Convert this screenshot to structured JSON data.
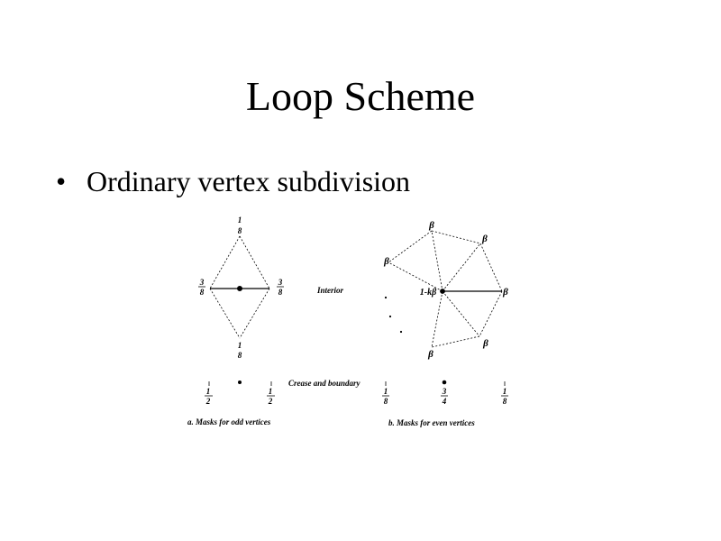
{
  "slide": {
    "title": "Loop Scheme",
    "bullets": [
      {
        "marker": "•",
        "text": "Ordinary vertex subdivision"
      }
    ]
  },
  "figure": {
    "interior_label": "Interior",
    "crease_label": "Crease and boundary",
    "caption_a": "a.  Masks for odd vertices",
    "caption_b": "b.  Masks for even vertices",
    "odd_interior": {
      "top": {
        "num": "1",
        "den": "8"
      },
      "left": {
        "num": "3",
        "den": "8"
      },
      "right": {
        "num": "3",
        "den": "8"
      },
      "bottom": {
        "num": "1",
        "den": "8"
      }
    },
    "even_interior": {
      "center": "1-kβ",
      "neighbors": [
        "β",
        "β",
        "β",
        "β",
        "β",
        "β"
      ]
    },
    "odd_crease": {
      "left": {
        "num": "1",
        "den": "2"
      },
      "right": {
        "num": "1",
        "den": "2"
      }
    },
    "even_crease": {
      "left": {
        "num": "1",
        "den": "8"
      },
      "center": {
        "num": "3",
        "den": "4"
      },
      "right": {
        "num": "1",
        "den": "8"
      }
    },
    "colors": {
      "ink": "#000000",
      "background": "#ffffff"
    }
  }
}
